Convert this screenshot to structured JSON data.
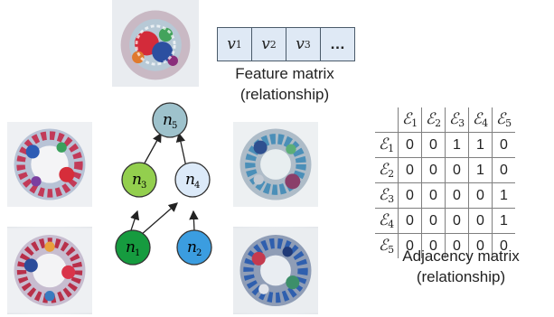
{
  "feature_matrix": {
    "cells": [
      "v1",
      "v2",
      "v3",
      "…"
    ],
    "caption_line1": "Feature matrix",
    "caption_line2": "(relationship)"
  },
  "graph": {
    "nodes": [
      {
        "id": "n5",
        "label": "n",
        "sub": "5",
        "color": "#9ec2cc"
      },
      {
        "id": "n3",
        "label": "n",
        "sub": "3",
        "color": "#93cf4e"
      },
      {
        "id": "n4",
        "label": "n",
        "sub": "4",
        "color": "#dceaf9"
      },
      {
        "id": "n1",
        "label": "n",
        "sub": "1",
        "color": "#169b3f"
      },
      {
        "id": "n2",
        "label": "n",
        "sub": "2",
        "color": "#3b9de0"
      }
    ],
    "edges": [
      [
        "n3",
        "n5"
      ],
      [
        "n4",
        "n5"
      ],
      [
        "n1",
        "n3"
      ],
      [
        "n1",
        "n4"
      ],
      [
        "n2",
        "n4"
      ]
    ]
  },
  "adjacency_matrix": {
    "header_symbol": "ℰ",
    "labels": [
      "1",
      "2",
      "3",
      "4",
      "5"
    ],
    "rows": [
      [
        0,
        0,
        1,
        1,
        0
      ],
      [
        0,
        0,
        0,
        1,
        0
      ],
      [
        0,
        0,
        0,
        0,
        1
      ],
      [
        0,
        0,
        0,
        0,
        1
      ],
      [
        0,
        0,
        0,
        0,
        0
      ]
    ],
    "caption_line1": "Adjacency matrix",
    "caption_line2": "(relationship)"
  }
}
